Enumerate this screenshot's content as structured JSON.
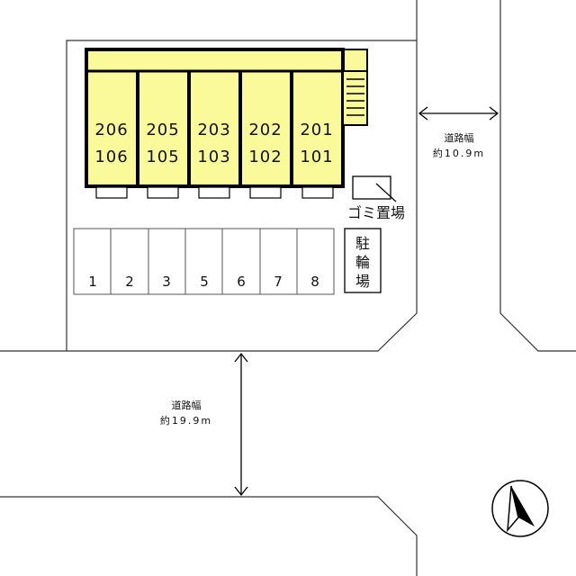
{
  "units": [
    {
      "upper": "206",
      "lower": "106"
    },
    {
      "upper": "205",
      "lower": "105"
    },
    {
      "upper": "203",
      "lower": "103"
    },
    {
      "upper": "202",
      "lower": "102"
    },
    {
      "upper": "201",
      "lower": "101"
    }
  ],
  "parking_spaces": [
    "1",
    "2",
    "3",
    "5",
    "6",
    "7",
    "8"
  ],
  "garbage_label": "ゴミ置場",
  "bicycle_label": [
    "駐",
    "輪",
    "場"
  ],
  "road_right": {
    "title": "道路幅",
    "width": "約10.9m"
  },
  "road_bottom": {
    "title": "道路幅",
    "width": "約19.9m"
  },
  "colors": {
    "building_fill": "#fafa9b",
    "outline": "#000000",
    "background": "#ffffff"
  },
  "icons": {
    "north": "north-arrow-icon"
  }
}
